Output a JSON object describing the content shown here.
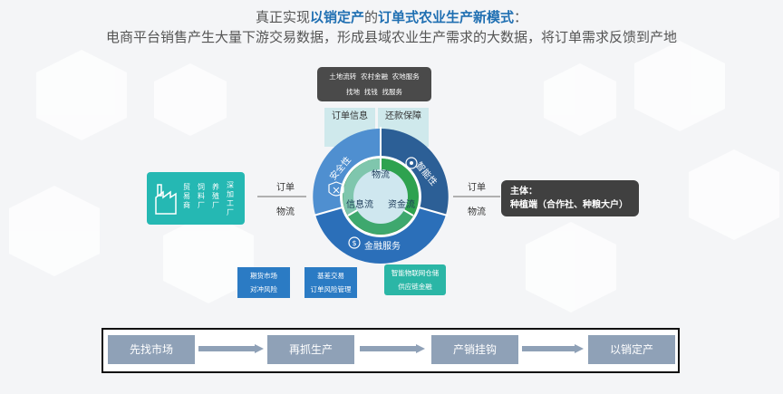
{
  "header": {
    "line1_pre": "真正实现",
    "line1_bold1": "以销定产",
    "line1_mid": "的",
    "line1_bold2": "订单式农业生产新模式",
    "line1_post": "：",
    "line2": "电商平台销售产生大量下游交易数据，形成县域农业生产需求的大数据，将订单需求反馈到产地"
  },
  "top_box": {
    "row1": [
      "土地流转",
      "农村金融",
      "农地服务"
    ],
    "row2": [
      "找地",
      "找钱",
      "找服务"
    ]
  },
  "top_labels": {
    "left": "订单信息",
    "right": "还款保障"
  },
  "wheel": {
    "outer": {
      "safety": "安全性",
      "smart": "智能性",
      "finance": "金融服务"
    },
    "inner": {
      "top": "物流",
      "left": "信息流",
      "right": "资金流"
    }
  },
  "left_box": {
    "factories": [
      "贸易商",
      "饲料厂",
      "养殖厂",
      "深加工厂"
    ]
  },
  "left_flow": {
    "order": "订单",
    "logistics": "物流"
  },
  "right_flow": {
    "order": "订单",
    "logistics": "物流"
  },
  "right_box": {
    "title": "主体：",
    "subject": "种植端（合作社、种粮大户）"
  },
  "bottom_boxes": {
    "futures": {
      "line1": "期货市场",
      "line2": "对冲风险"
    },
    "basis": {
      "line1": "基差交易",
      "line2": "订单风险管理"
    },
    "iot": {
      "line1": "智能物联网仓储",
      "line2": "供应链金融"
    }
  },
  "steps": [
    "先找市场",
    "再抓生产",
    "产销挂钩",
    "以销定产"
  ],
  "colors": {
    "blue_light": "#4f8fd0",
    "blue_dark": "#2c5f96",
    "blue_mid": "#2b7bc4",
    "teal": "#25b8b3",
    "dark": "#404040",
    "step": "#8fa1b7"
  }
}
